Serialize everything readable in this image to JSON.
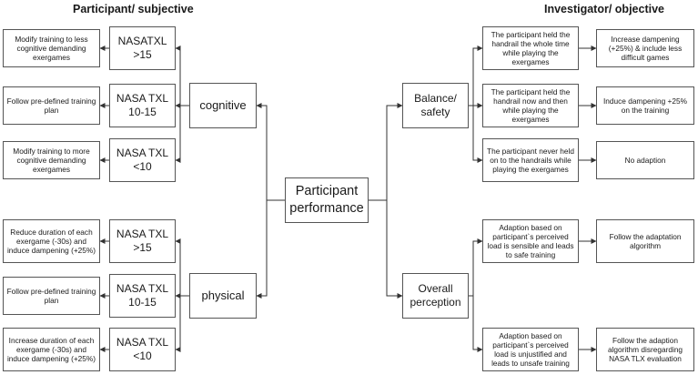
{
  "headers": {
    "left": "Participant/  subjective",
    "right": "Investigator/ objective"
  },
  "center": "Participant\nperformance",
  "left": {
    "cognitive": {
      "label": "cognitive",
      "levels": [
        "NASATXL\n>15",
        "NASA TXL\n10-15",
        "NASA TXL\n<10"
      ],
      "actions": [
        "Modify training to less cognitive demanding exergames",
        "Follow pre-defined training plan",
        "Modify training to more cognitive demanding exergames"
      ]
    },
    "physical": {
      "label": "physical",
      "levels": [
        "NASA TXL\n>15",
        "NASA TXL\n10-15",
        "NASA TXL\n<10"
      ],
      "actions": [
        "Reduce duration of each exergame (-30s) and induce dampening (+25%)",
        "Follow pre-defined training plan",
        "Increase duration of each exergame (-30s) and induce dampening (+25%)"
      ]
    }
  },
  "right": {
    "balance": {
      "label": "Balance/\nsafety",
      "conditions": [
        "The participant held the handrail the whole time while playing the exergames",
        "The participant held the handrail now and then while playing the exergames",
        "The participant never held on to the handrails while playing the exergames"
      ],
      "actions": [
        "Increase dampening (+25%) & include less difficult games",
        "Induce dampening +25% on the training",
        "No adaption"
      ]
    },
    "perception": {
      "label": "Overall\nperception",
      "conditions": [
        "Adaption based on participant`s perceived load is sensible and leads to safe training",
        "Adaption based on participant`s perceived load is unjustified and leads to unsafe training"
      ],
      "actions": [
        "Follow the adaptation algorithm",
        "Follow the adaption algorithm disregarding NASA TLX evaluation"
      ]
    }
  },
  "colors": {
    "line": "#333333",
    "border": "#555555",
    "text": "#1a1a1a"
  }
}
